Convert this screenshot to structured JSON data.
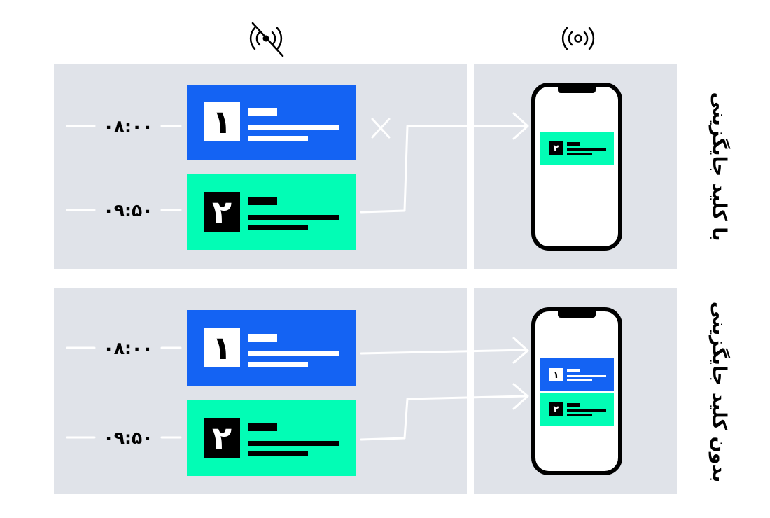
{
  "colors": {
    "panel": "#e0e3e9",
    "blue_card": "#1463f3",
    "green_card": "#02fdb5",
    "ink": "#000000",
    "line": "#ffffff"
  },
  "header": {
    "offline_icon": "broadcast-off-icon",
    "online_icon": "broadcast-icon"
  },
  "rows": [
    {
      "side_label": "با کلید جایگزینی",
      "messages": [
        {
          "time": "۰۸:۰۰",
          "number": "۱",
          "color": "blue",
          "delivered": false
        },
        {
          "time": "۰۹:۵۰",
          "number": "۲",
          "color": "green",
          "delivered": true
        }
      ],
      "phone_numbers": [
        "۲"
      ],
      "blocked_icon": "x-icon"
    },
    {
      "side_label": "بدون کلید جایگزینی",
      "messages": [
        {
          "time": "۰۸:۰۰",
          "number": "۱",
          "color": "blue",
          "delivered": true
        },
        {
          "time": "۰۹:۵۰",
          "number": "۲",
          "color": "green",
          "delivered": true
        }
      ],
      "phone_numbers": [
        "۱",
        "۲"
      ]
    }
  ]
}
